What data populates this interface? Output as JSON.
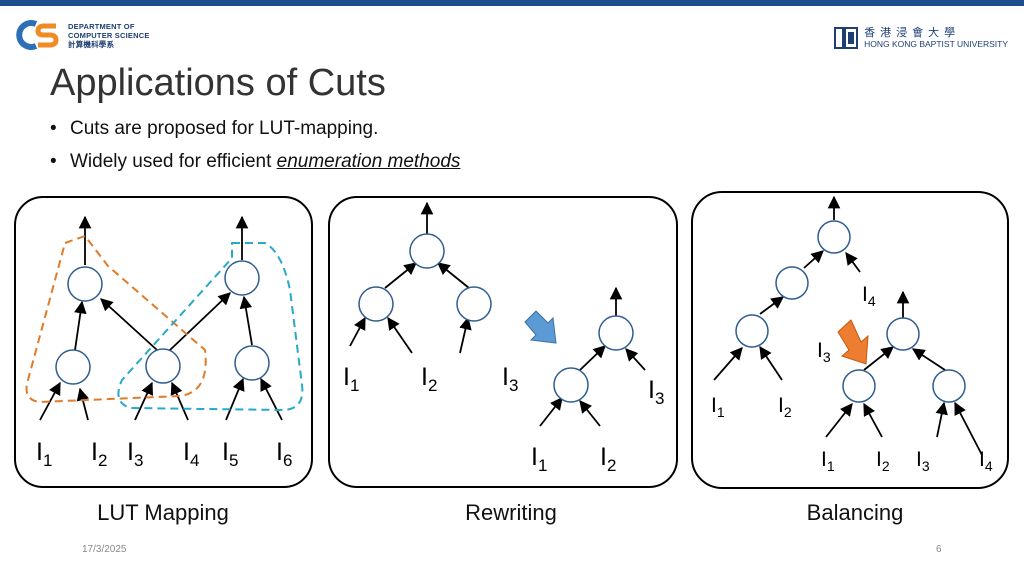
{
  "header": {
    "dept_line1": "DEPARTMENT OF",
    "dept_line2": "COMPUTER SCIENCE",
    "dept_line3": "計算機科學系",
    "univ_zh": "香港浸會大學",
    "univ_en": "HONG KONG BAPTIST UNIVERSITY"
  },
  "slide": {
    "title": "Applications of Cuts",
    "bullet1": "Cuts are proposed for LUT-mapping.",
    "bullet2_prefix": "Widely used for efficient ",
    "bullet2_emph": "enumeration methods"
  },
  "panels": {
    "lut": {
      "caption": "LUT Mapping",
      "inputs": [
        [
          "I",
          "1"
        ],
        [
          "I",
          "2"
        ],
        [
          "I",
          "3"
        ],
        [
          "I",
          "4"
        ],
        [
          "I",
          "5"
        ],
        [
          "I",
          "6"
        ]
      ],
      "cut_colors": [
        "#e07b2a",
        "#27a9c9"
      ]
    },
    "rewriting": {
      "caption": "Rewriting",
      "inputs_before": [
        [
          "I",
          "1"
        ],
        [
          "I",
          "2"
        ],
        [
          "I",
          "3"
        ]
      ],
      "inputs_after": [
        [
          "I",
          "1"
        ],
        [
          "I",
          "2"
        ],
        [
          "I",
          "3"
        ]
      ],
      "arrow_color": "#5b9bd5"
    },
    "balancing": {
      "caption": "Balancing",
      "inputs_before": [
        [
          "I",
          "1"
        ],
        [
          "I",
          "2"
        ],
        [
          "I",
          "3"
        ],
        [
          "I",
          "4"
        ]
      ],
      "inputs_after": [
        [
          "I",
          "1"
        ],
        [
          "I",
          "2"
        ],
        [
          "I",
          "3"
        ],
        [
          "I",
          "4"
        ]
      ],
      "arrow_color": "#ed7d31"
    }
  },
  "footer": {
    "date": "17/3/2025",
    "page": "6"
  }
}
